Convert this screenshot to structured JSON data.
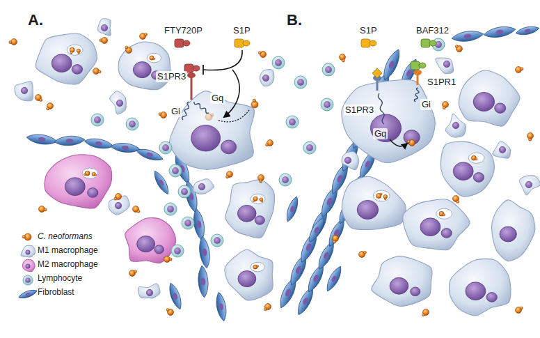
{
  "diagram": {
    "labels": [
      "A.",
      "FTY720P",
      "S1P",
      "S1PR3",
      "Gi",
      "Gq",
      "B.",
      "S1P",
      "BAF312",
      "S1PR1",
      "S1PR3",
      "Gi",
      "Gq"
    ],
    "legend": [
      {
        "text": "C. neoformans"
      },
      {
        "text": "M1 macrophage"
      },
      {
        "text": "M2 macrophage"
      },
      {
        "text": "Lymphocyte"
      },
      {
        "text": "Fibroblast"
      }
    ]
  }
}
